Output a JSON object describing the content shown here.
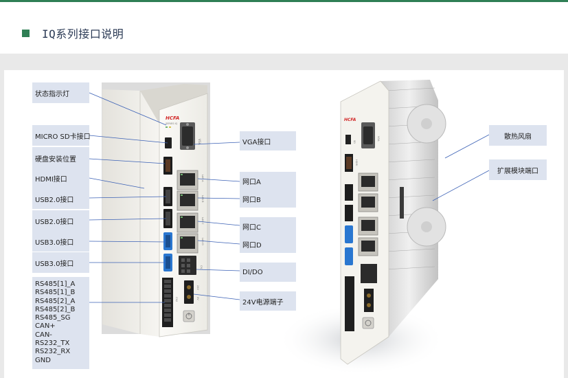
{
  "header": {
    "title": "IQ系列接口说明"
  },
  "left_labels": {
    "status_led": "状态指示灯",
    "micro_sd": "MICRO SD卡接口",
    "hdd_pos": "硬盘安装位置",
    "hdmi": "HDMI接口",
    "usb20_1": "USB2.0接口",
    "usb20_2": "USB2.0接口",
    "usb30_1": "USB3.0接口",
    "usb30_2": "USB3.0接口",
    "serial": [
      "RS485[1]_A",
      "RS485[1]_B",
      "RS485[2]_A",
      "RS485[2]_B",
      "RS485_SG",
      "CAN+",
      "CAN-",
      "RS232_TX",
      "RS232_RX",
      "GND"
    ]
  },
  "right_labels": {
    "vga": "VGA接口",
    "lan_a": "网口A",
    "lan_b": "网口B",
    "lan_c": "网口C",
    "lan_d": "网口D",
    "dido": "DI/DO",
    "power": "24V电源端子"
  },
  "far_labels": {
    "fan": "散热风扇",
    "expansion": "扩展模块端口"
  },
  "device_text": {
    "brand": "HCFA",
    "model": "SERIES IQ",
    "port_vga": "VGA",
    "port_sd": "SD",
    "port_hdmi": "HDMI",
    "lan_a": "LAN A",
    "lan_b": "LAN B",
    "lan_c": "LAN C",
    "lan_d": "LAN D",
    "cn1": "CN1",
    "cn2": "CN2",
    "v24": "24V",
    "v0": "0V"
  },
  "colors": {
    "accent": "#2f7f55",
    "label_bg": "#dde3ef",
    "usb3_blue": "#2a77d0",
    "brand_red": "#d22828"
  }
}
